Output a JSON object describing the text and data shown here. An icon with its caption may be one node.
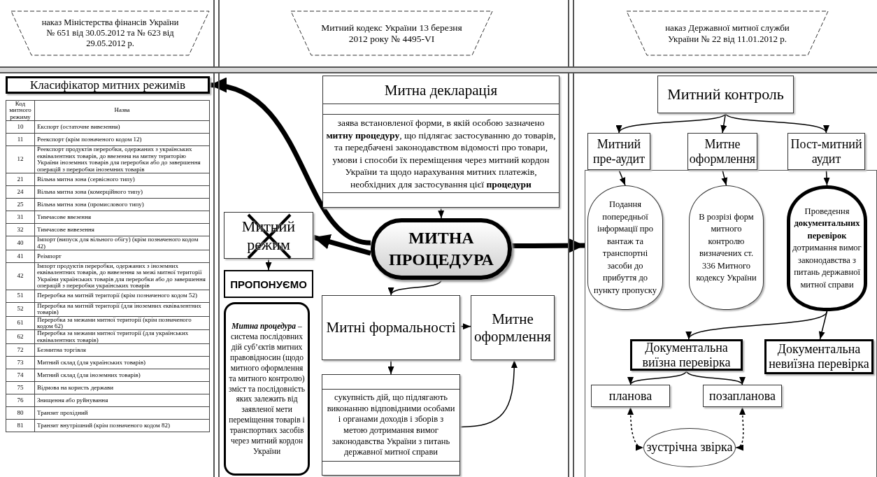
{
  "diagram": {
    "nodes": [
      {
        "text": [
          "наказ Міністерства фінансів України № 651 від 30.05.2012 та № 623 від 29.05.2012 р."
        ]
      },
      {
        "text": [
          "Митний кодекс України 13 березня 2012 року № 4495-VI"
        ]
      },
      {
        "text": [
          "наказ Державної митної служби України № 22 від 11.01.2012 р."
        ]
      },
      {
        "text": [
          "Класифікатор митних режимів"
        ]
      },
      {
        "text": [
          "Митна декларація",
          "заява встановленої форми, в якій особою зазначено **митну процедуру**, що підлягає застосуванню до товарів, та передбачені законодавством відомості про товари, умови і способи їх переміщення через митний кордон України та щодо нарахування митних платежів, необхідних для застосування цієї **процедури**"
        ]
      },
      {
        "text": [
          "Митний режим"
        ]
      },
      {
        "text": [
          "МИТНА ПРОЦЕДУРА"
        ]
      },
      {
        "text": [
          "ПРОПОНУЄМО"
        ]
      },
      {
        "text": [
          "**Митна процедура** – система послідовних дій суб’єктів митних правовідносин (щодо митного оформлення та митного контролю) зміст та послідовність яких залежить від заявленої мети переміщення товарів і транспортних засобів через митний кордон України"
        ]
      },
      {
        "text": [
          "Митні формальності"
        ]
      },
      {
        "text": [
          "Митне оформлення"
        ]
      },
      {
        "text": [
          "сукупність дій, що підлягають виконанню відповідними особами і органами доходів і зборів з метою дотримання вимог законодавства України з питань державної митної справи"
        ]
      },
      {
        "text": [
          "Митний контроль"
        ]
      },
      {
        "text": [
          "Митний пре-аудит"
        ]
      },
      {
        "text": [
          "Митне оформлення"
        ]
      },
      {
        "text": [
          "Пост-митний аудит"
        ]
      },
      {
        "text": [],
        "shape": "box"
      },
      {
        "text": [
          "Подання попередньої інформації про вантаж та транспортні засоби до прибуття до пункту пропуску"
        ],
        "in": 16
      },
      {
        "text": [
          "В розрізі форм митного контролю визначених ст. 336 Митного кодексу України"
        ],
        "in": 16
      },
      {
        "text": [
          "Проведення **документальних перевірок** дотримання вимог законодавства з питань державної митної справи"
        ],
        "in": 16
      },
      {
        "text": [
          "Документальна виїзна перевірка"
        ],
        "in": 16
      },
      {
        "text": [
          "Документальна невиїзна перевірка"
        ],
        "in": 16
      },
      {
        "text": [
          "планова"
        ],
        "in": 16
      },
      {
        "text": [
          "позапланова"
        ],
        "in": 16
      },
      {
        "text": [
          "зустрічна звірка"
        ],
        "in": 16
      }
    ],
    "edges": [
      {
        "from": 4,
        "to": 6,
        "arrow": "to"
      },
      {
        "from": 6,
        "to": 3,
        "arrow": "to",
        "style": "thick"
      },
      {
        "from": 6,
        "to": 5,
        "arrow": "to",
        "style": "thick"
      },
      {
        "from": 6,
        "to": 16,
        "arrow": "to",
        "style": "thick"
      },
      {
        "from": 5,
        "to": 7,
        "arrow": "to"
      },
      {
        "from": 6,
        "to": 9,
        "arrow": "to"
      },
      {
        "from": 9,
        "to": 10,
        "arrow": "to"
      },
      {
        "from": 9,
        "to": 11,
        "arrow": "to"
      },
      {
        "from": 11,
        "to": 10,
        "arrow": "to"
      },
      {
        "from": 12,
        "to": 13,
        "arrow": "to"
      },
      {
        "from": 12,
        "to": 14,
        "arrow": "to"
      },
      {
        "from": 12,
        "to": 15,
        "arrow": "to"
      },
      {
        "from": 13,
        "to": 17,
        "arrow": "to"
      },
      {
        "from": 14,
        "to": 18,
        "arrow": "to"
      },
      {
        "from": 15,
        "to": 19,
        "arrow": "to"
      },
      {
        "from": 19,
        "to": 20,
        "arrow": "to"
      },
      {
        "from": 19,
        "to": 21,
        "arrow": "to"
      },
      {
        "from": 20,
        "to": 22,
        "arrow": "to"
      },
      {
        "from": 20,
        "to": 23,
        "arrow": "to"
      },
      {
        "from": 22,
        "to": 24,
        "arrow": "both",
        "style": "dashed"
      },
      {
        "from": 23,
        "to": 24,
        "arrow": "both",
        "style": "dashed"
      }
    ],
    "labels": [
      "Код митного режиму",
      "Назва",
      "10",
      "Експорт (остаточне вивезення)",
      "11",
      "Реекспорт (крім позначеного кодом 12)",
      "12",
      "Реекспорт продуктів переробки, одержаних з українських еквівалентних товарів, до ввезення на митну територію України іноземних товарів для переробки або до завершення операцій з переробки іноземних товарів",
      "21",
      "Вільна митна зона (сервісного типу)",
      "24",
      "Вільна митна зона (комерційного типу)",
      "25",
      "Вільна митна зона (промислового типу)",
      "31",
      "Тимчасове ввезення",
      "32",
      "Тимчасове вивезення",
      "40",
      "Імпорт (випуск для вільного обігу) (крім позначеного кодом 42)",
      "41",
      "Реімпорт",
      "42",
      "Імпорт продуктів переробки, одержаних з іноземних еквівалентних товарів, до вивезення за межі митної території України українських товарів для переробки або до завершення операцій з переробки українських товарів",
      "51",
      "Переробка на митній території (крім позначеного кодом 52)",
      "52",
      "Переробка на митній території (для іноземних еквівалентних товарів)",
      "61",
      "Переробка за межами митної території (крім позначеного кодом 62)",
      "62",
      "Переробка за межами митної території (для українських еквівалентних товарів)",
      "72",
      "Безмитна торгівля",
      "73",
      "Митний склад (для українських товарів)",
      "74",
      "Митний склад (для іноземних товарів)",
      "75",
      "Відмова на користь держави",
      "76",
      "Знищення або руйнування",
      "80",
      "Транзит прохідний",
      "81",
      "Транзит внутрішний (крім позначеного кодом 82)"
    ]
  }
}
